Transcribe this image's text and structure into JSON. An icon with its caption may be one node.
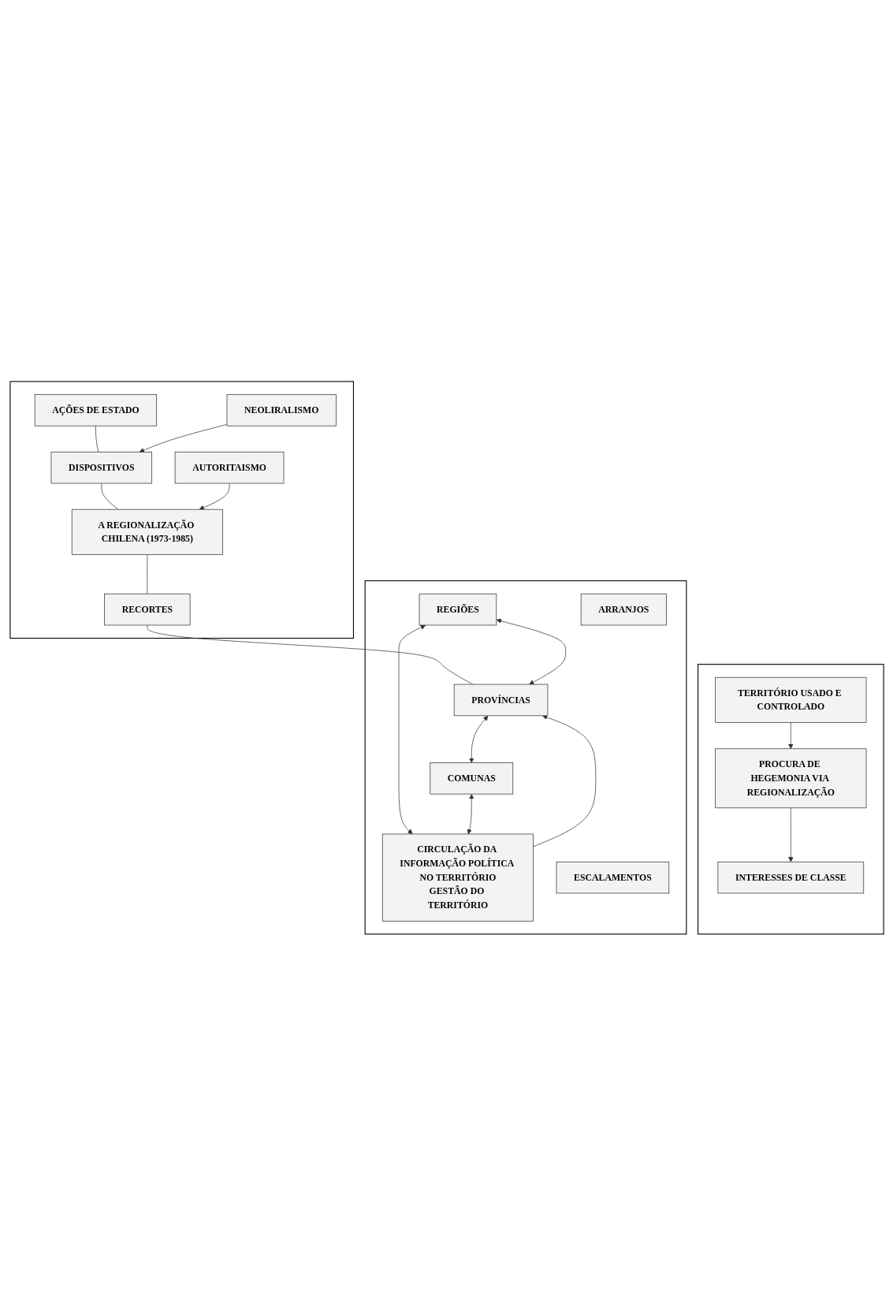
{
  "diagram": {
    "nodes": [
      {
        "text": [],
        "shape": "box"
      },
      {
        "text": [
          "AÇÕES DE ESTADO"
        ],
        "in": 0
      },
      {
        "text": [
          "DISPOSITIVOS"
        ],
        "in": 0
      },
      {
        "text": [
          "A REGIONALIZAÇÃO CHILENA (1973-1985)"
        ],
        "in": 0
      },
      {
        "text": [
          "RECORTES"
        ],
        "in": 0
      },
      {
        "text": [
          "AUTORITAISMO"
        ],
        "in": 0
      },
      {
        "text": [
          "NEOLIRALISMO"
        ],
        "in": 0
      },
      {
        "text": [],
        "shape": "box"
      },
      {
        "text": [
          "REGIÕES"
        ],
        "in": 7
      },
      {
        "text": [
          "PROVÍNCIAS"
        ],
        "in": 7
      },
      {
        "text": [
          "COMUNAS"
        ],
        "in": 7
      },
      {
        "text": [
          "CIRCULAÇÃO DA INFORMAÇÃO POLÍTICA NO TERRITÓRIO",
          "GESTÃO DO TERRITÓRIO"
        ],
        "in": 7
      },
      {
        "text": [
          "ESCALAMENTOS"
        ],
        "in": 7
      },
      {
        "text": [
          "ARRANJOS"
        ],
        "in": 7
      },
      {
        "text": [],
        "shape": "box"
      },
      {
        "text": [
          "TERRITÓRIO USADO E CONTROLADO"
        ],
        "in": 14
      },
      {
        "text": [
          "PROCURA DE HEGEMONIA VIA REGIONALIZAÇÃO"
        ],
        "in": 14
      },
      {
        "text": [
          "INTERESSES DE CLASSE"
        ],
        "in": 14
      }
    ],
    "edges": [
      {
        "from": 1,
        "to": 2,
        "arrow": "none"
      },
      {
        "from": 2,
        "to": 3,
        "arrow": "none"
      },
      {
        "from": 3,
        "to": 4,
        "arrow": "none"
      },
      {
        "from": 5,
        "to": 3,
        "arrow": "to"
      },
      {
        "from": 6,
        "to": 2,
        "arrow": "to"
      },
      {
        "from": 4,
        "to": 9,
        "arrow": "none"
      },
      {
        "from": 8,
        "to": 9,
        "arrow": "both"
      },
      {
        "from": 9,
        "to": 10,
        "arrow": "both"
      },
      {
        "from": 11,
        "to": 9,
        "arrow": "to"
      },
      {
        "from": 8,
        "to": 11,
        "arrow": "both"
      },
      {
        "from": 10,
        "to": 11,
        "arrow": "both"
      },
      {
        "from": 15,
        "to": 16,
        "arrow": "to"
      },
      {
        "from": 16,
        "to": 17,
        "arrow": "to"
      }
    ]
  }
}
